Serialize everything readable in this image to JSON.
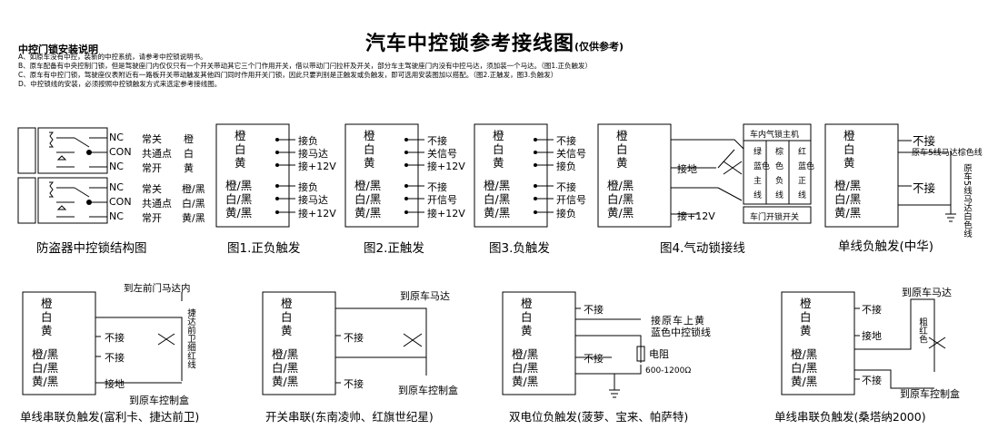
{
  "header": {
    "title": "汽车中控锁参考接线图",
    "title_note": "(仅供参考)"
  },
  "instructions": {
    "heading": "中控门锁安装说明",
    "lines": [
      "A、如原车没有中控，装新的中控系统，请参考中控锁说明书。",
      "B、原车配备有中央控制门锁，但是驾驶座门内仅仅只有一个开关带动其它三个门作用开关，借以带动门闩拉杆及开关，部分车主驾驶座门内没有中控马达，须加装一个马达。（图1.正负触发）",
      "C、原车有中控门锁，驾驶座仪表附近有一路板开关带动触发其他四门同时作用开关门锁，因此只要判别是正触发或负触发，即可选用安装图加以搭配。（图2.正触发，图3.负触发）",
      "D、中控锁线的安装，必须按照中控锁触发方式来选定参考接线图。"
    ]
  },
  "relay": {
    "rows": [
      "NC",
      "CON",
      "NC"
    ],
    "labels": [
      "常关",
      "共通点",
      "常开"
    ],
    "colors1": [
      "橙",
      "白",
      "黄"
    ],
    "colors2": [
      "橙/黑",
      "白/黑",
      "黄/黑"
    ],
    "caption": "防盗器中控锁结构图"
  },
  "wires": {
    "top": [
      "橙",
      "白",
      "黄"
    ],
    "bottom": [
      "橙/黑",
      "白/黑",
      "黄/黑"
    ]
  },
  "fig1": {
    "caption": "图1.正负触发",
    "labels": [
      "接负",
      "接马达",
      "接+12V",
      "接负",
      "接马达",
      "接+12V"
    ]
  },
  "fig2": {
    "caption": "图2.正触发",
    "labels": [
      "不接",
      "关信号",
      "接+12V",
      "不接",
      "开信号",
      "接+12V"
    ]
  },
  "fig3": {
    "caption": "图3.负触发",
    "labels": [
      "不接",
      "关信号",
      "接负",
      "不接",
      "开信号",
      "接负"
    ]
  },
  "fig4": {
    "caption": "图4.气动锁接线",
    "host": "车内气锁主机",
    "switch": "车门开锁开关",
    "ground": "接地",
    "plus12": "接+12V",
    "col1": [
      "绿",
      "蓝色",
      "主",
      "线"
    ],
    "col2": [
      "棕",
      "色",
      "负",
      "线"
    ],
    "col3": [
      "红",
      "蓝色",
      "正",
      "线"
    ]
  },
  "fig5": {
    "caption": "单线负触发(中华)",
    "no_connect1": "不接",
    "brown": "原车5线马达棕色线",
    "no_connect2": "不接",
    "side": "原车5线马达白色线"
  },
  "fig6": {
    "caption": "单线串联负触发(富利卡、捷达前卫)",
    "top": "到左前门马达内",
    "side": "捷达前卫细红线",
    "labels": [
      "不接",
      "不接",
      "接地"
    ],
    "bottom": "到原车控制盒"
  },
  "fig7": {
    "caption": "开关串联(东南凌帅、红旗世纪星)",
    "top": "到原车马达",
    "labels": [
      "不接",
      "不接"
    ],
    "bottom": "到原车控制盒"
  },
  "fig8": {
    "caption": "双电位负触发(菠萝、宝来、帕萨特)",
    "labels": [
      "不接",
      "不接"
    ],
    "conn": "接原车上黄",
    "conn2": "蓝色中控锁线",
    "res": "电阻",
    "res2": "600-1200Ω"
  },
  "fig9": {
    "caption": "单线串联负触发(桑塔纳2000)",
    "top": "到原车马达",
    "side": "粗红色",
    "labels": [
      "不接",
      "接地",
      "不接"
    ],
    "bottom": "到原车控制盒"
  }
}
